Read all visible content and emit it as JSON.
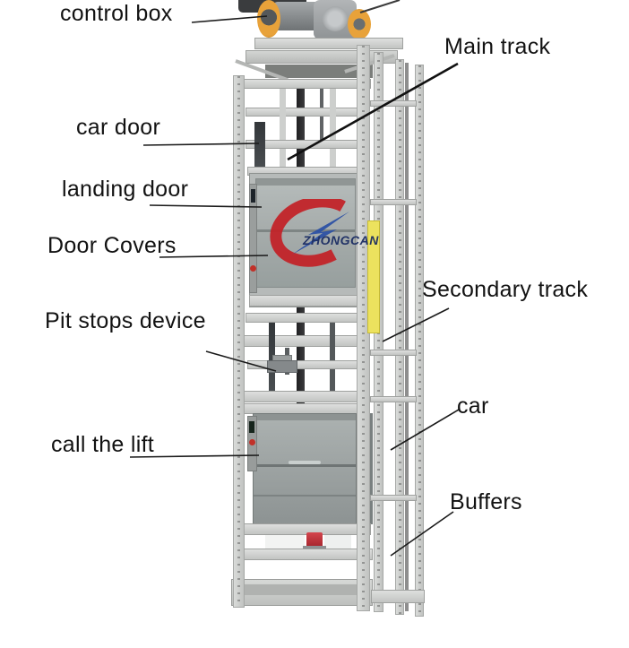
{
  "labels": {
    "control_box": "control box",
    "main_track": "Main track",
    "car_door": "car door",
    "landing_door": "landing door",
    "door_covers": "Door Covers",
    "secondary_track": "Secondary track",
    "pit_stops_device": "Pit stops device",
    "car": "car",
    "call_the_lift": "call the lift",
    "buffers": "Buffers"
  },
  "logo": {
    "text": "ZHONGCAN",
    "swoosh_red": "#c32127",
    "bolt_blue": "#2b50a5",
    "text_color": "#182a62"
  },
  "colors": {
    "background": "#ffffff",
    "label_text": "#121212",
    "leader_line": "#1a1a1a",
    "frame_gray": "#c9cbc9",
    "panel_gray": "#9aa09f",
    "guide_rail_dark": "#2e2e30",
    "accent_yellow": "#ece25e",
    "pulley_orange": "#e8a23a",
    "buffer_red": "#c1282f"
  }
}
